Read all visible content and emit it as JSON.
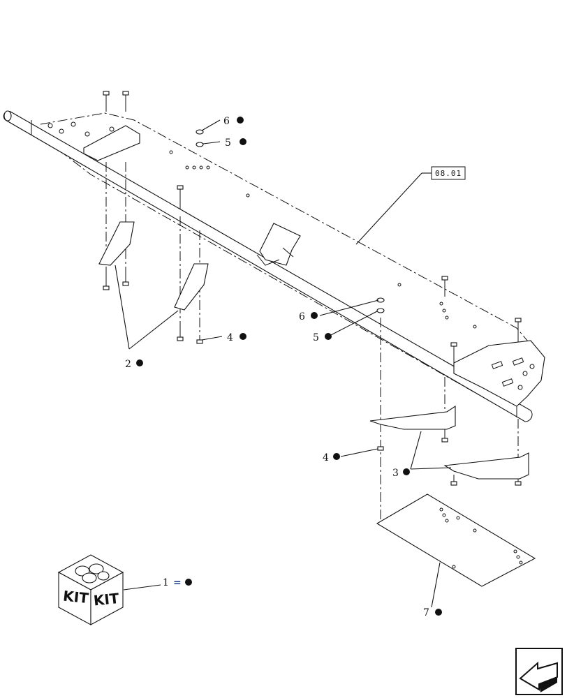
{
  "callouts": [
    {
      "id": "c1",
      "label": "1",
      "marker": "dot",
      "has_equals": true
    },
    {
      "id": "c2",
      "label": "2",
      "marker": "dot"
    },
    {
      "id": "c3",
      "label": "3",
      "marker": "dot"
    },
    {
      "id": "c4a",
      "label": "4",
      "marker": "dot"
    },
    {
      "id": "c4b",
      "label": "4",
      "marker": "dot"
    },
    {
      "id": "c5a",
      "label": "5",
      "marker": "dot"
    },
    {
      "id": "c5b",
      "label": "5",
      "marker": "dot"
    },
    {
      "id": "c6a",
      "label": "6",
      "marker": "dot"
    },
    {
      "id": "c6b",
      "label": "6",
      "marker": "dot"
    },
    {
      "id": "c7",
      "label": "7",
      "marker": "dot"
    }
  ],
  "reference_box": {
    "label": "08.01"
  },
  "kit_box": {
    "face_label_left": "KIT",
    "face_label_right": "KIT"
  },
  "equals_sign": "=",
  "colors": {
    "ink": "#111111",
    "equals": "#1a3d8f",
    "background": "#ffffff"
  },
  "nav_icon": {
    "name": "previous-page-arrow-icon"
  }
}
